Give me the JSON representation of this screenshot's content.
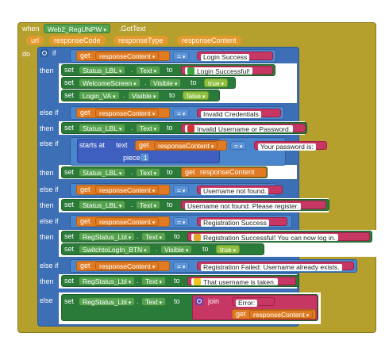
{
  "event": {
    "when": "when",
    "component": "Web2_RegUNPW",
    "event_name": ".GotText",
    "params": [
      "url",
      "responseCode",
      "responseType",
      "responseContent"
    ],
    "do": "do",
    "if": "if"
  },
  "keywords": {
    "then": "then",
    "else_if": "else if",
    "else": "else",
    "set": "set",
    "to": "to",
    "get": "get",
    "eq": "=",
    "starts_at": "starts at",
    "text": "text",
    "piece": "piece",
    "join": "join",
    "dot": "."
  },
  "rows": {
    "r1_cond_var": "responseContent",
    "r1_cond_text": "Login Success",
    "r1_set1_comp": "Status_LBL",
    "r1_set1_prop": "Text",
    "r1_set1_text": "Login Successful!",
    "r1_set2_comp": "WelcomeScreen",
    "r1_set2_prop": "Visible",
    "r1_set2_val": "true",
    "r1_set3_comp": "Login_VA",
    "r1_set3_prop": "Visible",
    "r1_set3_val": "false",
    "r2_cond_var": "responseContent",
    "r2_cond_text": "Invalid Credentials",
    "r2_set_comp": "Status_LBL",
    "r2_set_prop": "Text",
    "r2_set_text": "Invalid Username or Password.",
    "r3_get_var": "responseContent",
    "r3_text": "Your password is:",
    "r3_piece_val": "1",
    "r3_set_comp": "Status_LBL",
    "r3_set_prop": "Text",
    "r3_set_var": "responseContent",
    "r4_cond_var": "responseContent",
    "r4_cond_text": "Username not found.",
    "r4_set_comp": "Status_LBL",
    "r4_set_prop": "Text",
    "r4_set_text": "Username not found. Please register.",
    "r5_cond_var": "responseContent",
    "r5_cond_text": "Registration Success",
    "r5_set1_comp": "RegStatus_Lbl",
    "r5_set1_prop": "Text",
    "r5_set1_text": "Registration Successful! You can now log in.",
    "r5_set2_comp": "SwitchtoLogIn_BTN",
    "r5_set2_prop": "Visible",
    "r5_set2_val": "true",
    "r6_cond_var": "responseContent",
    "r6_cond_text": "Registration Failed: Username already exists.",
    "r6_set_comp": "RegStatus_Lbl",
    "r6_set_prop": "Text",
    "r6_set_text": "That username is taken.",
    "r7_set_comp": "RegStatus_Lbl",
    "r7_set_prop": "Text",
    "r7_join_text": "Error:",
    "r7_get_var": "responseContent"
  },
  "colors": {
    "event": "#b5a02e",
    "control": "#3c6fb5",
    "setter": "#2a7a3a",
    "component": "#55a24f",
    "text": "#c63764",
    "variable": "#e07b23",
    "logic": "#8fbf3f",
    "compare": "#5b93d6"
  }
}
